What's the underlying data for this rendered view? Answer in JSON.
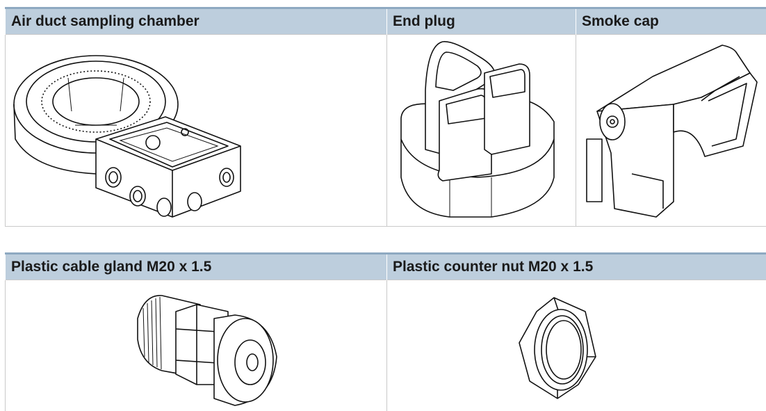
{
  "parts_table_1": {
    "headers": [
      "Air duct sampling chamber",
      "End plug",
      "Smoke cap"
    ],
    "images": [
      "air-duct-sampling-chamber-drawing",
      "end-plug-drawing",
      "smoke-cap-drawing"
    ]
  },
  "parts_table_2": {
    "headers": [
      "Plastic cable gland M20 x 1.5",
      "Plastic counter nut M20 x 1.5"
    ],
    "images": [
      "plastic-cable-gland-drawing",
      "plastic-counter-nut-drawing"
    ]
  }
}
